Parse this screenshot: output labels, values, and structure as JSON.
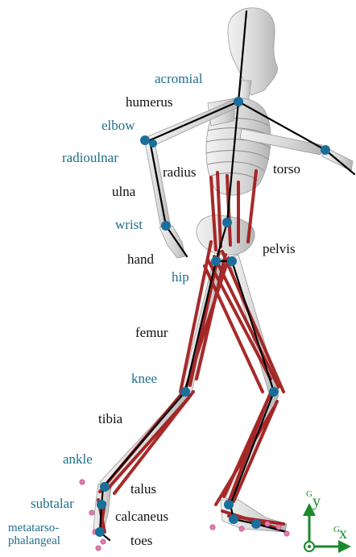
{
  "colors": {
    "joint_label": "#1f6e8c",
    "body_label": "#111111",
    "joint_marker": "#1a6f9a",
    "bone": "#d9d9d9",
    "bone_edge": "#9a9a9a",
    "segment_line": "#000000",
    "muscle": "#a01818",
    "marker": "#e07bb0",
    "axis": "#1a8a2a"
  },
  "joint_labels": {
    "acromial": "acromial",
    "elbow": "elbow",
    "radioulnar": "radioulnar",
    "wrist": "wrist",
    "hip": "hip",
    "knee": "knee",
    "ankle": "ankle",
    "subtalar": "subtalar",
    "metatarso_line1": "metatarso-",
    "metatarso_line2": "phalangeal"
  },
  "body_labels": {
    "humerus": "humerus",
    "radius": "radius",
    "torso": "torso",
    "ulna": "ulna",
    "pelvis": "pelvis",
    "hand": "hand",
    "femur": "femur",
    "tibia": "tibia",
    "talus": "talus",
    "calcaneus": "calcaneus",
    "toes": "toes"
  },
  "axes": {
    "y_sup": "G",
    "y_label": "y",
    "x_sup": "G",
    "x_label": "x"
  }
}
